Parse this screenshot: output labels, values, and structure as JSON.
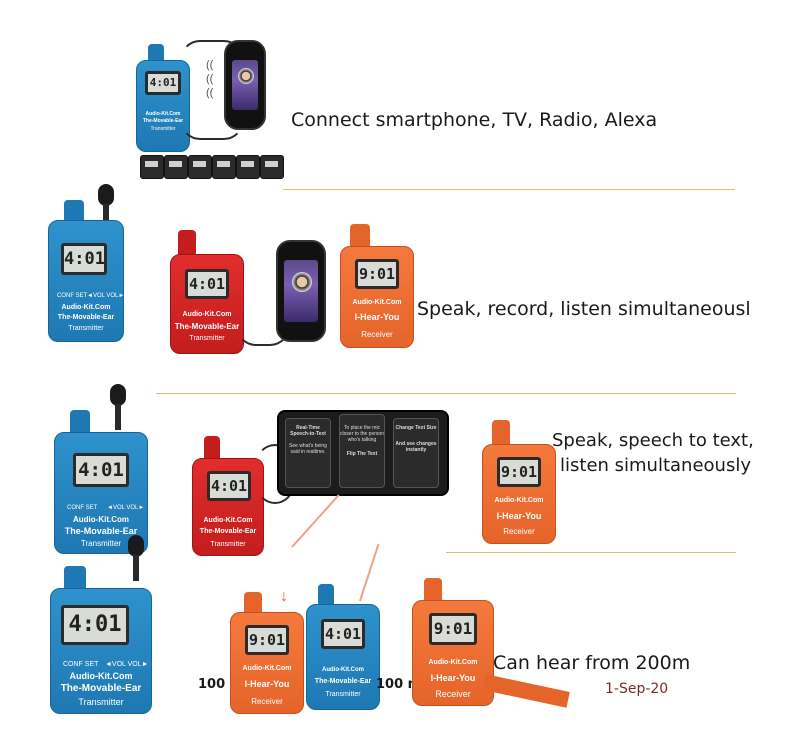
{
  "captions": {
    "row1": "Connect smartphone, TV, Radio, Alexa",
    "row2": "Speak, record, listen simultaneousl",
    "row3_line1": "Speak, speech to text,",
    "row3_line2": "listen simultaneously",
    "row4": "Can hear from 200m",
    "date": "1-Sep-20",
    "distance_left": "100 m",
    "distance_right": "100 m"
  },
  "transmitter": {
    "screen": "4:01",
    "brand": "Audio-Kit.Com",
    "name": "The-Movable-Ear",
    "role": "Transmitter",
    "conf": "CONF SET",
    "vol": "◄VOL  VOL►"
  },
  "receiver": {
    "screen": "9:01",
    "brand": "Audio-Kit.Com",
    "name": "I-Hear-You",
    "role": "Receiver"
  },
  "app_panels": [
    {
      "title": "Real-Time Speech-to-Text",
      "body": "See what's being said in realtime."
    },
    {
      "title": "To place the mic closer to the person who's talking",
      "body": "Flip The Text"
    },
    {
      "title": "Change Text Size",
      "body": "And see changes instantly"
    }
  ],
  "colors": {
    "divider": "#e9b66a",
    "blue": "#1e78b3",
    "red": "#c41d1d",
    "orange": "#e5642a",
    "date": "#7a2b2b"
  }
}
